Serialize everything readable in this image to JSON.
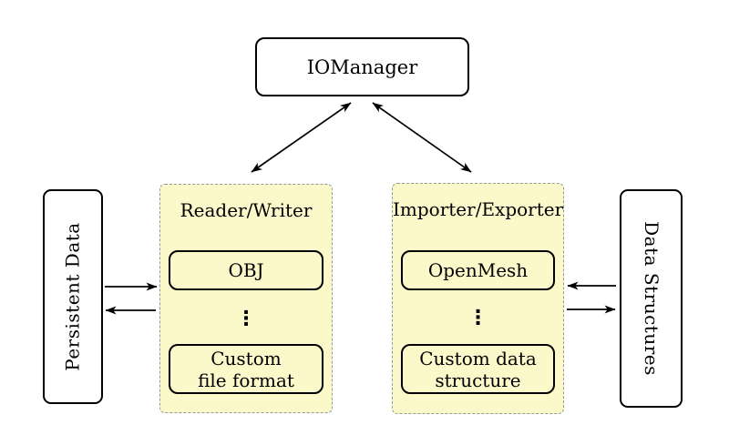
{
  "colors": {
    "background": "#ffffff",
    "container_fill": "#fbf8c9",
    "container_border": "#999999",
    "node_border": "#000000",
    "arrow": "#000000"
  },
  "nodes": {
    "iomanager": {
      "label": "IOManager"
    },
    "persistent_data": {
      "label": "Persistent Data"
    },
    "data_structures": {
      "label": "Data Structures"
    }
  },
  "containers": {
    "reader_writer": {
      "title": "Reader/Writer",
      "items": [
        {
          "label": "OBJ"
        },
        {
          "label": "⋮"
        },
        {
          "label": "Custom\nfile format"
        }
      ]
    },
    "importer_exporter": {
      "title": "Importer/Exporter",
      "items": [
        {
          "label": "OpenMesh"
        },
        {
          "label": "⋮"
        },
        {
          "label": "Custom data\nstructure"
        }
      ]
    }
  },
  "edges": [
    {
      "from": "IOManager",
      "to": "Reader/Writer",
      "type": "bidirectional"
    },
    {
      "from": "IOManager",
      "to": "Importer/Exporter",
      "type": "bidirectional"
    },
    {
      "from": "Persistent Data",
      "to": "Reader/Writer",
      "type": "arrow"
    },
    {
      "from": "Reader/Writer",
      "to": "Persistent Data",
      "type": "arrow"
    },
    {
      "from": "Data Structures",
      "to": "Importer/Exporter",
      "type": "arrow"
    },
    {
      "from": "Importer/Exporter",
      "to": "Data Structures",
      "type": "arrow"
    }
  ]
}
